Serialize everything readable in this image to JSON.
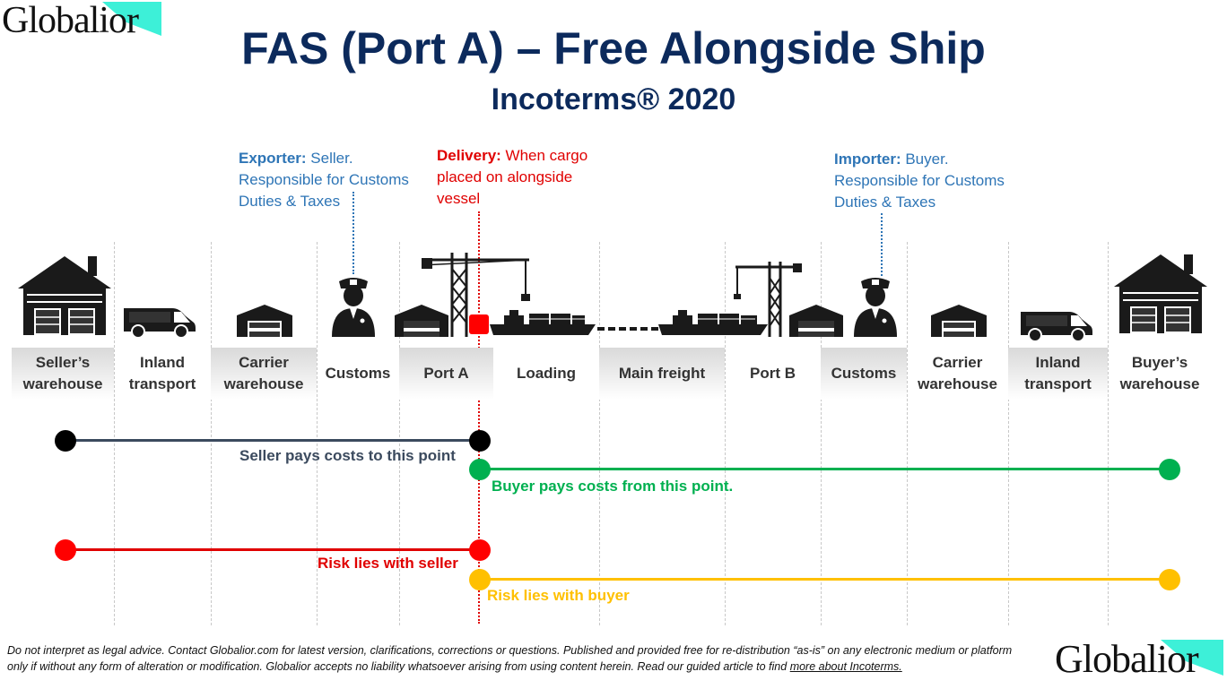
{
  "logo_text": "Globalior",
  "title": "FAS (Port A) – Free Alongside Ship",
  "subtitle": "Incoterms® 2020",
  "notes": {
    "exporter": {
      "label": "Exporter:",
      "line1": " Seller.",
      "line2": "Responsible for Customs",
      "line3": "Duties & Taxes"
    },
    "delivery": {
      "label": "Delivery:",
      "line1": " When cargo",
      "line2": "placed on alongside",
      "line3": "vessel"
    },
    "importer": {
      "label": "Importer:",
      "line1": " Buyer.",
      "line2": "Responsible for Customs",
      "line3": "Duties & Taxes"
    }
  },
  "stages": [
    {
      "line1": "Seller’s",
      "line2": "warehouse"
    },
    {
      "line1": "Inland",
      "line2": "transport"
    },
    {
      "line1": "Carrier",
      "line2": "warehouse"
    },
    {
      "line1": "Customs",
      "line2": ""
    },
    {
      "line1": "Port A",
      "line2": ""
    },
    {
      "line1": "Loading",
      "line2": ""
    },
    {
      "line1": "Main freight",
      "line2": ""
    },
    {
      "line1": "Port B",
      "line2": ""
    },
    {
      "line1": "Customs",
      "line2": ""
    },
    {
      "line1": "Carrier",
      "line2": "warehouse"
    },
    {
      "line1": "Inland",
      "line2": "transport"
    },
    {
      "line1": "Buyer’s",
      "line2": "warehouse"
    }
  ],
  "bars": {
    "seller_costs": "Seller pays costs to this point",
    "buyer_costs": "Buyer pays costs from this point.",
    "seller_risk": "Risk lies with seller",
    "buyer_risk": "Risk lies with buyer"
  },
  "colors": {
    "title": "#0c2a5c",
    "note_blue": "#2e75b6",
    "delivery_red": "#e00000",
    "seller_cost_line": "#3b4a5e",
    "buyer_cost_line": "#00b050",
    "seller_risk_line": "#e00000",
    "buyer_risk_line": "#ffc000"
  },
  "icons": [
    "house-icon",
    "van-icon",
    "warehouse-icon",
    "customs-officer-icon",
    "crane-icon",
    "ship-icon"
  ],
  "disclaimer": {
    "text": "Do not interpret as legal advice. Contact Globalior.com for latest version, clarifications, corrections or questions. Published and provided free for re-distribution “as-is” on any electronic medium or platform only if without any form of alteration or modification. Globalior accepts no liability whatsoever arising from using content herein. Read our guided article to find ",
    "link": "more about Incoterms."
  }
}
